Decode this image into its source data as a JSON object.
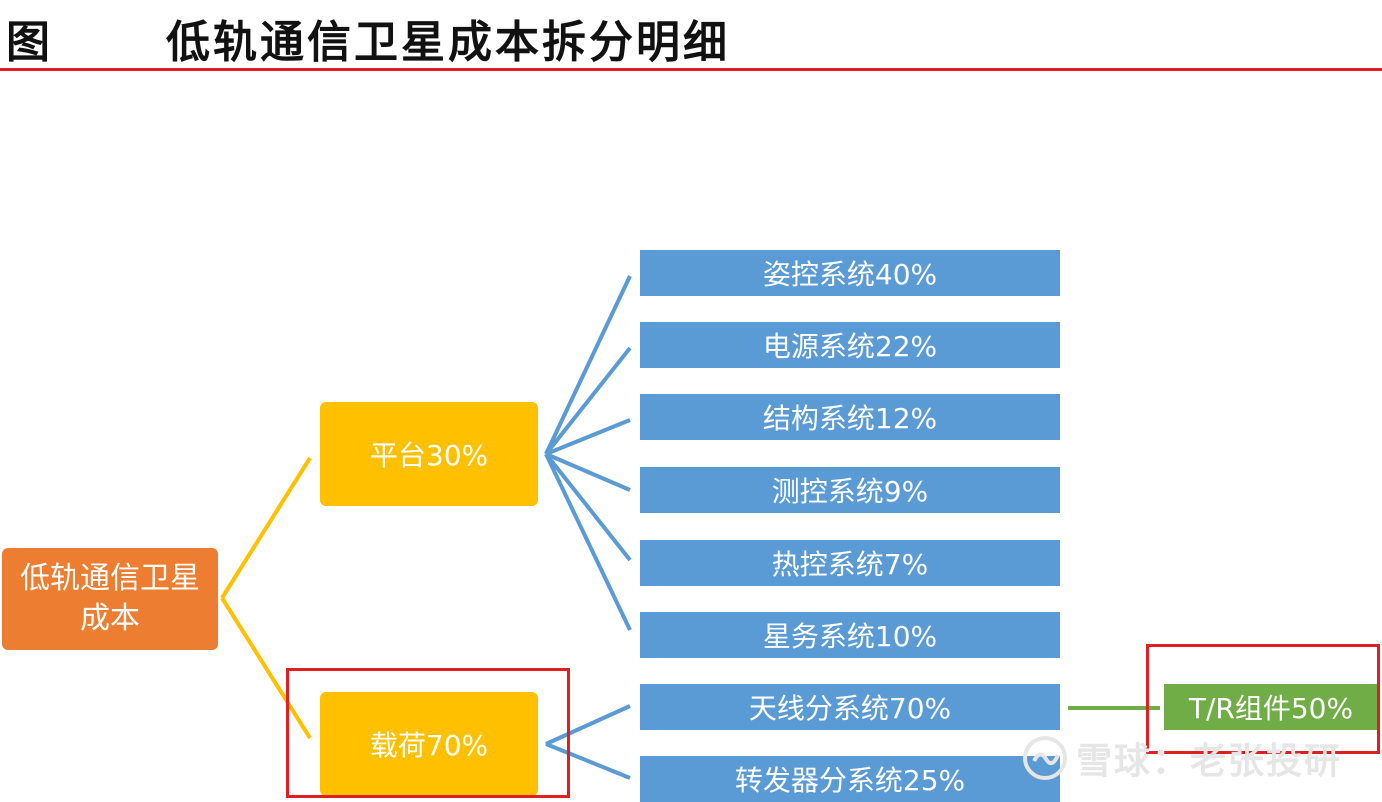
{
  "header": {
    "fig_label": "图",
    "title": "低轨通信卫星成本拆分明细"
  },
  "diagram": {
    "root": "低轨通信卫星成本",
    "platform": {
      "label": "平台30%",
      "children": [
        "姿控系统40%",
        "电源系统22%",
        "结构系统12%",
        "测控系统9%",
        "热控系统7%",
        "星务系统10%"
      ]
    },
    "payload": {
      "label": "载荷70%",
      "children": [
        "天线分系统70%",
        "转发器分系统25%"
      ]
    },
    "antenna_detail": "T/R组件50%"
  },
  "colors": {
    "root": "#ed7d31",
    "tier2": "#ffc000",
    "tier3": "#5b9bd5",
    "tier4": "#70ad47",
    "connector_root": "#ffc000",
    "connector_tier3": "#5b9bd5",
    "highlight": "#e02020"
  },
  "watermark": {
    "icon": "snowball-logo-icon",
    "text": "雪球：老张投研"
  }
}
